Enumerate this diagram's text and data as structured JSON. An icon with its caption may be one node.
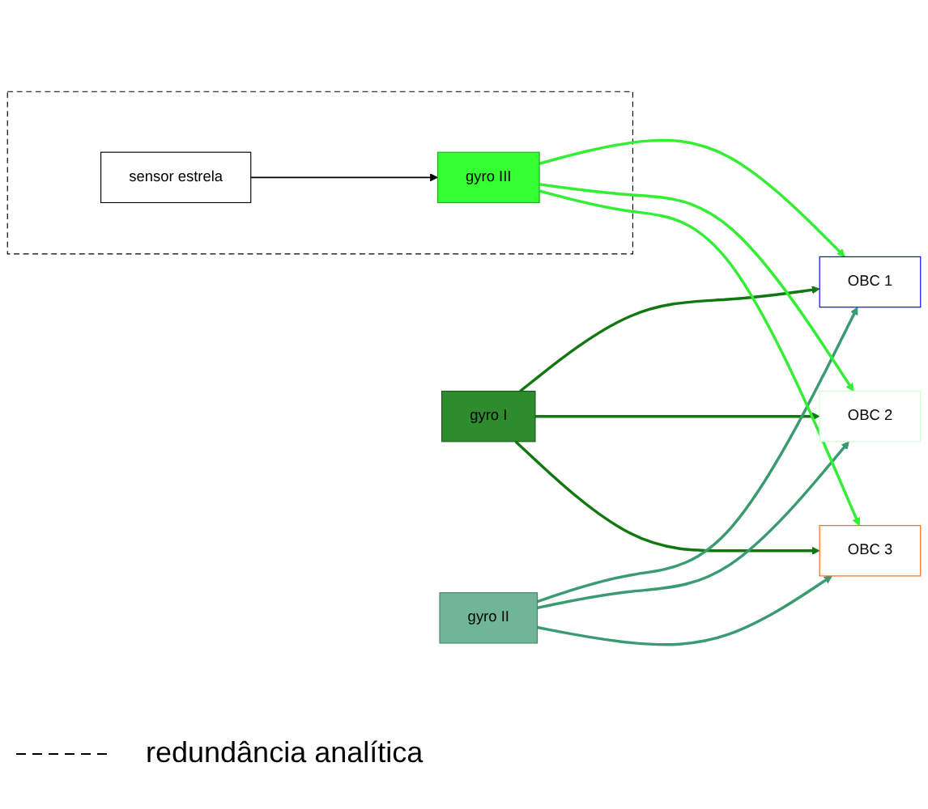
{
  "diagram": {
    "nodes": [
      {
        "text": [
          "gyro I"
        ]
      },
      {
        "text": [
          "gyro II"
        ]
      },
      {
        "text": [],
        "shape": "box"
      },
      {
        "text": [
          "sensor estrela"
        ],
        "in": 2
      },
      {
        "text": [
          "gyro III"
        ],
        "in": 2
      },
      {
        "text": [
          "OBC 1"
        ]
      },
      {
        "text": [
          "OBC 2"
        ]
      },
      {
        "text": [
          "OBC 3"
        ]
      }
    ],
    "edges": [
      {
        "from": 0,
        "to": 5,
        "arrow": "to",
        "color": "#117711"
      },
      {
        "from": 0,
        "to": 6,
        "arrow": "to",
        "color": "#117711"
      },
      {
        "from": 0,
        "to": 7,
        "arrow": "to",
        "color": "#117711"
      },
      {
        "from": 1,
        "to": 5,
        "arrow": "to",
        "color": "#3a9a70"
      },
      {
        "from": 1,
        "to": 6,
        "arrow": "to",
        "color": "#3a9a70"
      },
      {
        "from": 1,
        "to": 7,
        "arrow": "to",
        "color": "#3a9a70"
      },
      {
        "from": 4,
        "to": 5,
        "arrow": "to",
        "color": "#33ee33"
      },
      {
        "from": 4,
        "to": 6,
        "arrow": "to",
        "color": "#33ee33"
      },
      {
        "from": 4,
        "to": 7,
        "arrow": "to",
        "color": "#33ee33"
      },
      {
        "from": 3,
        "to": 4,
        "arrow": "to",
        "color": "#000000"
      }
    ],
    "legend": [
      {
        "text": "redundância analítica"
      }
    ]
  }
}
